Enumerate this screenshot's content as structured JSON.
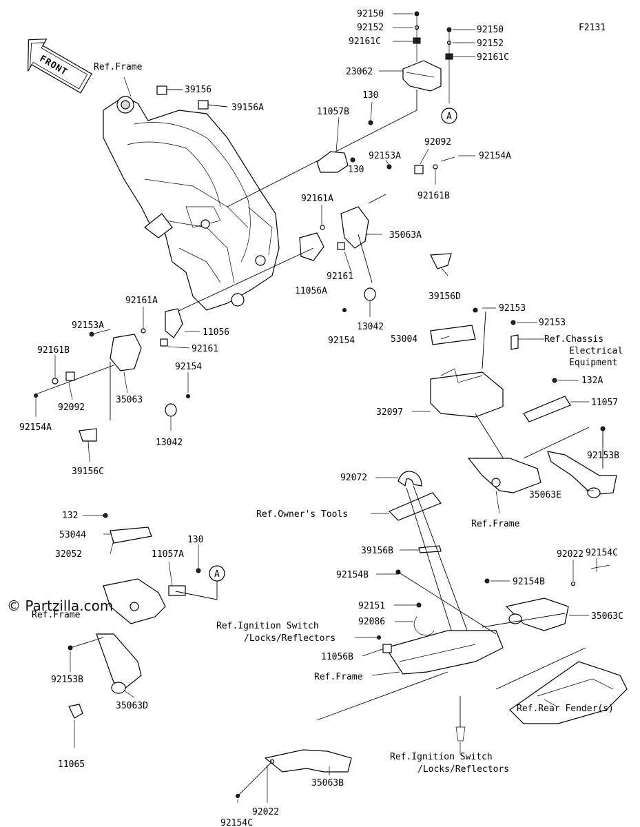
{
  "figure_code": "F2131",
  "front_label": "FRONT",
  "watermark": "© Partzilla.com",
  "callout_letter": "A",
  "labels": [
    {
      "id": "l01",
      "text": "92150"
    },
    {
      "id": "l02",
      "text": "92152"
    },
    {
      "id": "l03",
      "text": "92161C"
    },
    {
      "id": "l04",
      "text": "92150"
    },
    {
      "id": "l05",
      "text": "92152"
    },
    {
      "id": "l06",
      "text": "92161C"
    },
    {
      "id": "l07",
      "text": "23062"
    },
    {
      "id": "l08",
      "text": "Ref.Frame"
    },
    {
      "id": "l09",
      "text": "39156"
    },
    {
      "id": "l10",
      "text": "39156A"
    },
    {
      "id": "l11",
      "text": "130"
    },
    {
      "id": "l12",
      "text": "11057B"
    },
    {
      "id": "l13",
      "text": "92092"
    },
    {
      "id": "l14",
      "text": "92153A"
    },
    {
      "id": "l15",
      "text": "92154A"
    },
    {
      "id": "l16",
      "text": "130"
    },
    {
      "id": "l17",
      "text": "92161B"
    },
    {
      "id": "l18",
      "text": "92161A"
    },
    {
      "id": "l19",
      "text": "35063A"
    },
    {
      "id": "l20",
      "text": "92161"
    },
    {
      "id": "l21",
      "text": "11056A"
    },
    {
      "id": "l22",
      "text": "39156D"
    },
    {
      "id": "l23",
      "text": "13042"
    },
    {
      "id": "l24",
      "text": "92154"
    },
    {
      "id": "l25",
      "text": "92153"
    },
    {
      "id": "l26",
      "text": "92153"
    },
    {
      "id": "l27",
      "text": "53004"
    },
    {
      "id": "l28",
      "text": "Ref.Chassis"
    },
    {
      "id": "l29",
      "text": "Electrical"
    },
    {
      "id": "l30",
      "text": "Equipment"
    },
    {
      "id": "l31",
      "text": "132A"
    },
    {
      "id": "l32",
      "text": "32097"
    },
    {
      "id": "l33",
      "text": "11057"
    },
    {
      "id": "l34",
      "text": "92161A"
    },
    {
      "id": "l35",
      "text": "92153A"
    },
    {
      "id": "l36",
      "text": "11056"
    },
    {
      "id": "l37",
      "text": "92161"
    },
    {
      "id": "l38",
      "text": "92161B"
    },
    {
      "id": "l39",
      "text": "92154"
    },
    {
      "id": "l40",
      "text": "92092"
    },
    {
      "id": "l41",
      "text": "35063"
    },
    {
      "id": "l42",
      "text": "92154A"
    },
    {
      "id": "l43",
      "text": "13042"
    },
    {
      "id": "l44",
      "text": "39156C"
    },
    {
      "id": "l45",
      "text": "92153B"
    },
    {
      "id": "l46",
      "text": "35063E"
    },
    {
      "id": "l47",
      "text": "92072"
    },
    {
      "id": "l48",
      "text": "Ref.Owner's Tools"
    },
    {
      "id": "l49",
      "text": "Ref.Frame"
    },
    {
      "id": "l50",
      "text": "132"
    },
    {
      "id": "l51",
      "text": "53044"
    },
    {
      "id": "l52",
      "text": "32052"
    },
    {
      "id": "l53",
      "text": "130"
    },
    {
      "id": "l54",
      "text": "11057A"
    },
    {
      "id": "l55",
      "text": "39156B"
    },
    {
      "id": "l56",
      "text": "92154C"
    },
    {
      "id": "l57",
      "text": "92022"
    },
    {
      "id": "l58",
      "text": "92154B"
    },
    {
      "id": "l59",
      "text": "92154B"
    },
    {
      "id": "l60",
      "text": "92151"
    },
    {
      "id": "l61",
      "text": "35063C"
    },
    {
      "id": "l62",
      "text": "Ref.Frame"
    },
    {
      "id": "l63",
      "text": "92086"
    },
    {
      "id": "l64",
      "text": "Ref.Ignition Switch"
    },
    {
      "id": "l65",
      "text": "/Locks/Reflectors"
    },
    {
      "id": "l66",
      "text": "11056B"
    },
    {
      "id": "l67",
      "text": "Ref.Frame"
    },
    {
      "id": "l68",
      "text": "92153B"
    },
    {
      "id": "l69",
      "text": "35063D"
    },
    {
      "id": "l70",
      "text": "11065"
    },
    {
      "id": "l71",
      "text": "Ref.Rear Fender(s)"
    },
    {
      "id": "l72",
      "text": "Ref.Ignition Switch"
    },
    {
      "id": "l73",
      "text": "/Locks/Reflectors"
    },
    {
      "id": "l74",
      "text": "92022"
    },
    {
      "id": "l75",
      "text": "35063B"
    },
    {
      "id": "l76",
      "text": "92154C"
    }
  ]
}
